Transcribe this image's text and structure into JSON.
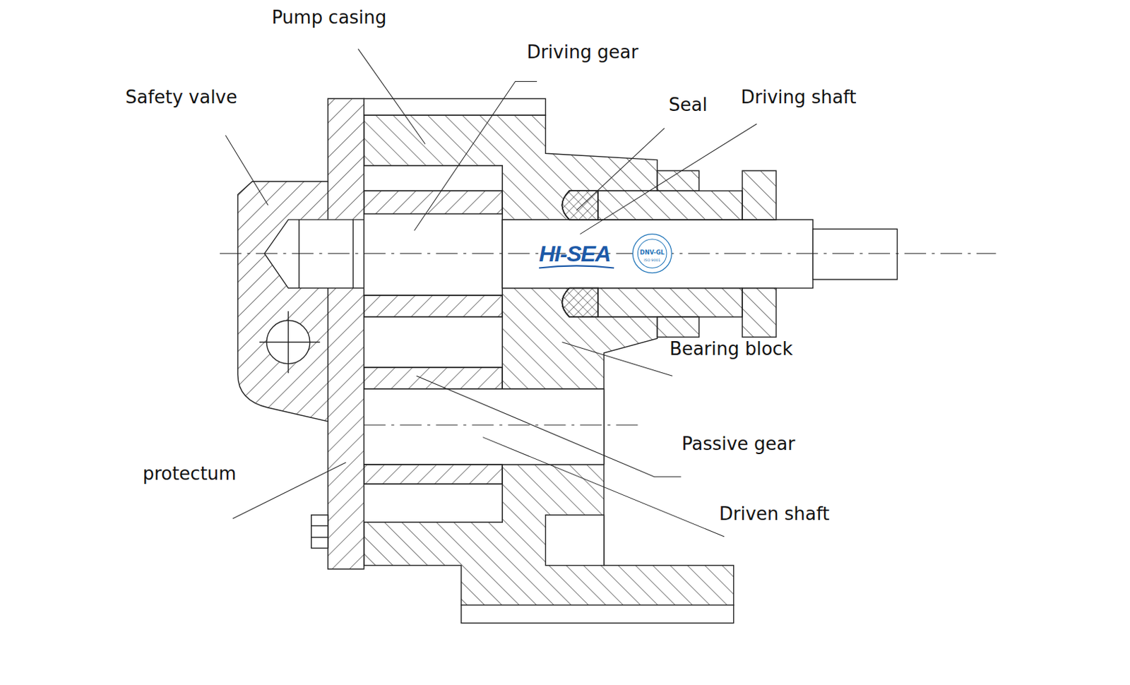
{
  "diagram": {
    "labels": [
      "Pump casing",
      "Driving gear",
      "Safety valve",
      "Seal",
      "Driving shaft",
      "Bearing block",
      "Passive gear",
      "protectum",
      "Driven shaft",
      "HI-SEA",
      "DNV-GL",
      "ISO 9001"
    ]
  }
}
